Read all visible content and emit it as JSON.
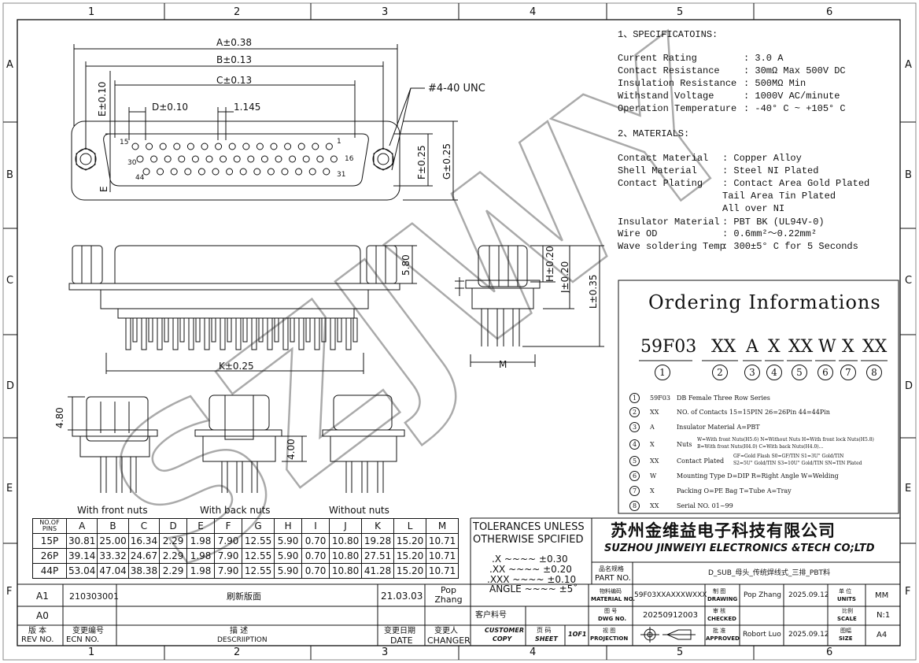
{
  "grid": {
    "cols": [
      "1",
      "2",
      "3",
      "4",
      "5",
      "6"
    ],
    "rows": [
      "A",
      "B",
      "C",
      "D",
      "E",
      "F"
    ]
  },
  "drawing": {
    "dims_top": {
      "a": "A±0.38",
      "b": "B±0.13",
      "c": "C±0.13",
      "d": "D±0.10",
      "pitch": "1.145",
      "e": "E±0.10",
      "e2": "E",
      "f": "F±0.25",
      "g": "G±0.25",
      "thread": "#4-40 UNC"
    },
    "pins": {
      "p15": "15",
      "p1": "1",
      "p30": "30",
      "p16": "16",
      "p44": "44",
      "p31": "31"
    },
    "dims_side": {
      "h580": "5.80",
      "k": "K±0.25",
      "h": "H±0.20",
      "j": "J±0.20",
      "l": "L±0.35",
      "m": "M"
    },
    "dims_nut": {
      "d480": "4.80",
      "d400": "4.00"
    },
    "views": {
      "front": "With front nuts",
      "back": "With back nuts",
      "without": "Without nuts"
    },
    "watermark": "SZJWY"
  },
  "dim_table": {
    "header": [
      "NO.OF PINS",
      "A",
      "B",
      "C",
      "D",
      "E",
      "F",
      "G",
      "H",
      "I",
      "J",
      "K",
      "L",
      "M"
    ],
    "rows": [
      [
        "15P",
        "30.81",
        "25.00",
        "16.34",
        "2.29",
        "1.98",
        "7.90",
        "12.55",
        "5.90",
        "0.70",
        "10.80",
        "19.28",
        "15.20",
        "10.71"
      ],
      [
        "26P",
        "39.14",
        "33.32",
        "24.67",
        "2.29",
        "1.98",
        "7.90",
        "12.55",
        "5.90",
        "0.70",
        "10.80",
        "27.51",
        "15.20",
        "10.71"
      ],
      [
        "44P",
        "53.04",
        "47.04",
        "38.38",
        "2.29",
        "1.98",
        "7.90",
        "12.55",
        "5.90",
        "0.70",
        "10.80",
        "41.28",
        "15.20",
        "10.71"
      ]
    ]
  },
  "specs": {
    "h1": "1、SPECIFICATOINS:",
    "lines": [
      [
        "Current  Rating",
        ": 3.0 A"
      ],
      [
        "Contact  Resistance",
        ": 30mΩ  Max  500V DC"
      ],
      [
        "Insulation Resistance",
        ": 500MΩ Min"
      ],
      [
        "Withstand  Voltage",
        ": 1000V AC/minute"
      ],
      [
        "Operation  Temperature",
        ": -40° C ~ +105° C"
      ]
    ],
    "h2": "2、MATERIALS:",
    "mat": [
      [
        "Contact  Material",
        ":  Copper Alloy"
      ],
      [
        "Shell   Material",
        ":  Steel  NI   Plated"
      ],
      [
        "Contact  Plating",
        ":  Contact Area Gold Plated"
      ],
      [
        "",
        "   Tail Area Tin Plated"
      ],
      [
        "",
        "   All  over NI"
      ],
      [
        "Insulator Material",
        ":  PBT  BK (UL94V-0)"
      ],
      [
        "Wire OD",
        ":  0.6mm²～0.22mm²"
      ],
      [
        "Wave soldering Temp",
        ":  300±5° C for 5 Seconds"
      ]
    ]
  },
  "ordering": {
    "title": "Ordering Informations",
    "code": [
      "59F03",
      "XX",
      "A",
      "X",
      "XX",
      "W",
      "X",
      "XX"
    ],
    "nums": [
      "1",
      "2",
      "3",
      "4",
      "5",
      "6",
      "7",
      "8"
    ],
    "items": [
      {
        "n": "1",
        "code": "59F03",
        "desc": "DB  Female Three  Row  Series"
      },
      {
        "n": "2",
        "code": "XX",
        "desc": "NO. of Contacts    15=15PIN   26=26Pin  44=44Pin"
      },
      {
        "n": "3",
        "code": "A",
        "desc": "Insulator Material    A=PBT"
      },
      {
        "n": "4",
        "code": "X",
        "desc": "Nuts",
        "l1": "W=With front Nuts(H5.6)    N=Without Nuts  H=With front lock Nuts(H5.8)",
        "l2": "B=With front Nuts(H4.0)    C=With back Nuts(H4.0)..."
      },
      {
        "n": "5",
        "code": "XX",
        "desc": "Contact Plated",
        "l1": "GF=Gold Flash  S0=GF/TIN   S1=3U\" Gold/TIN",
        "l2": "S2=5U\" Gold/TIN  S3=10U\" Gold/TIN SN=TIN Plated"
      },
      {
        "n": "6",
        "code": "W",
        "desc": "Mounting Type        D=DIP   R=Right Angle  W=Welding"
      },
      {
        "n": "7",
        "code": "X",
        "desc": "Packing          O=PE Bag  T=Tube  A=Tray"
      },
      {
        "n": "8",
        "code": "XX",
        "desc": "Serial NO.          01~99"
      }
    ]
  },
  "title_block": {
    "tol_h1": "TOLERANCES  UNLESS",
    "tol_h2": "OTHERWISE  SPCIFIED",
    "tol": [
      ".X  ~~~~  ±0.30",
      ".XX  ~~~~  ±0.20",
      ".XXX  ~~~~  ±0.10",
      "ANGLE  ~~~~  ±5˚"
    ],
    "company_cn": "苏州金维益电子科技有限公司",
    "company_en": "SUZHOU JINWEIYI ELECTRONICS &TECH CO;LTD",
    "part_label_cn": "品名规格",
    "part_label_en": "PART  NO.",
    "part_name": "D_SUB_母头_传统焊线式_三排_PBT料",
    "mat_cn": "物料编码",
    "mat_en": "MATERIAL  NO.",
    "mat_no": "59F03XXAXXXWXXX",
    "draw_cn": "制 图",
    "draw_en": "DRAWING",
    "drawer": "Pop  Zhang",
    "draw_date": "2025.09.12",
    "units_cn": "单 位",
    "units_en": "UNITS",
    "units": "MM",
    "cust_cn": "客户料号",
    "dwg_cn": "图 号",
    "dwg_en": "DWG  NO.",
    "dwg_no": "20250912003",
    "chk_cn": "审 核",
    "chk_en": "CHECKED",
    "scale_cn": "比例",
    "scale_en": "SCALE",
    "scale": "N:1",
    "customer_copy1": "CUSTOMER",
    "customer_copy2": "COPY",
    "sheet_cn": "页 码",
    "sheet_en": "SHEET",
    "sheet": "1OF1",
    "proj_cn": "视 图",
    "proj_en": "PROJECTION",
    "appr_cn": "批 准",
    "appr_en": "APPROVED",
    "approver": "Robort  Luo",
    "appr_date": "2025.09.12",
    "size_cn": "图幅",
    "size_en": "SIZE",
    "size": "A4"
  },
  "revision": {
    "rev1": {
      "rev": "A1",
      "ecn": "210303001",
      "desc": "刷新版面",
      "date": "21.03.03",
      "changer": "Pop Zhang"
    },
    "rev0": {
      "rev": "A0"
    },
    "hdr": {
      "rev_cn": "版  本",
      "rev_en": "REV  NO.",
      "ecn_cn": "变更编号",
      "ecn_en": "ECN   NO.",
      "desc_cn": "描    述",
      "desc_en": "DESCRIIPTION",
      "date_cn": "变更日期",
      "date_en": "DATE",
      "chg_cn": "变更人",
      "chg_en": "CHANGER"
    }
  }
}
